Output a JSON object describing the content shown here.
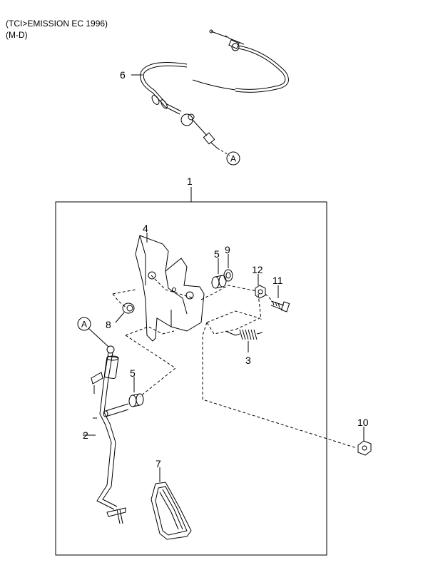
{
  "header": {
    "line1": "(TCI>EMISSION EC 1996)",
    "line2": "(M-D)"
  },
  "callouts": {
    "c1": "1",
    "c2": "2",
    "c3": "3",
    "c4": "4",
    "c5a": "5",
    "c5b": "5",
    "c6": "6",
    "c7": "7",
    "c8": "8",
    "c9": "9",
    "c10": "10",
    "c11": "11",
    "c12": "12"
  },
  "refs": {
    "a_top": "A",
    "a_left": "A"
  }
}
